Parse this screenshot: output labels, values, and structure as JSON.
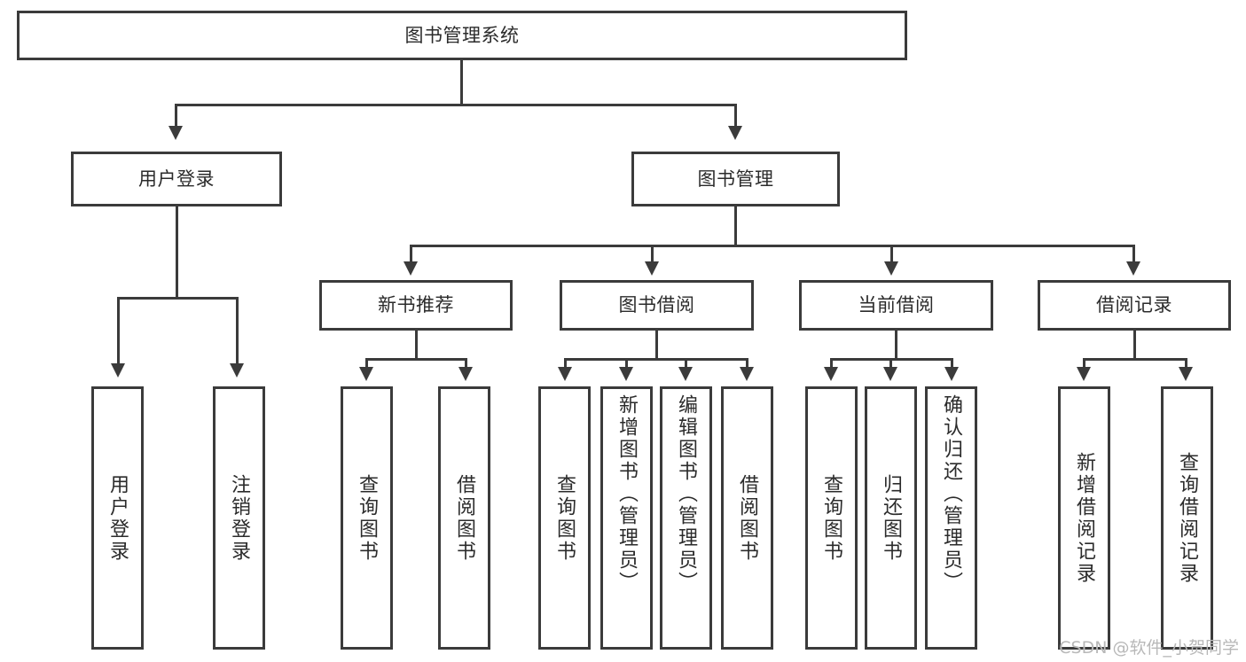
{
  "diagram": {
    "title": "图书管理系统",
    "type": "tree",
    "root": {
      "id": "root",
      "label": "图书管理系统"
    },
    "level2": [
      {
        "id": "user-login",
        "label": "用户登录"
      },
      {
        "id": "book-management",
        "label": "图书管理"
      }
    ],
    "level3": [
      {
        "id": "new-book-recommend",
        "label": "新书推荐"
      },
      {
        "id": "book-borrow",
        "label": "图书借阅"
      },
      {
        "id": "current-borrow",
        "label": "当前借阅"
      },
      {
        "id": "borrow-record",
        "label": "借阅记录"
      }
    ],
    "leaves": {
      "user_login": [
        {
          "id": "leaf-user-login",
          "label": "用户登录"
        },
        {
          "id": "leaf-logout",
          "label": "注销登录"
        }
      ],
      "new_book_recommend": [
        {
          "id": "leaf-query-book-1",
          "label": "查询图书"
        },
        {
          "id": "leaf-borrow-book-1",
          "label": "借阅图书"
        }
      ],
      "book_borrow": [
        {
          "id": "leaf-query-book-2",
          "label": "查询图书"
        },
        {
          "id": "leaf-add-book",
          "label": "新增图书（管理员）"
        },
        {
          "id": "leaf-edit-book",
          "label": "编辑图书（管理员）"
        },
        {
          "id": "leaf-borrow-book-2",
          "label": "借阅图书"
        }
      ],
      "current_borrow": [
        {
          "id": "leaf-query-book-3",
          "label": "查询图书"
        },
        {
          "id": "leaf-return-book",
          "label": "归还图书"
        },
        {
          "id": "leaf-confirm-return",
          "label": "确认归还（管理员）"
        }
      ],
      "borrow_record": [
        {
          "id": "leaf-add-record",
          "label": "新增借阅记录"
        },
        {
          "id": "leaf-query-record",
          "label": "查询借阅记录"
        }
      ]
    }
  },
  "watermark": {
    "text": "CSDN @软件_小贺同学"
  },
  "colors": {
    "stroke": "#3b3b3b",
    "fill": "#ffffff",
    "text": "#2b2b2b",
    "watermark": "#b8b8b8"
  }
}
